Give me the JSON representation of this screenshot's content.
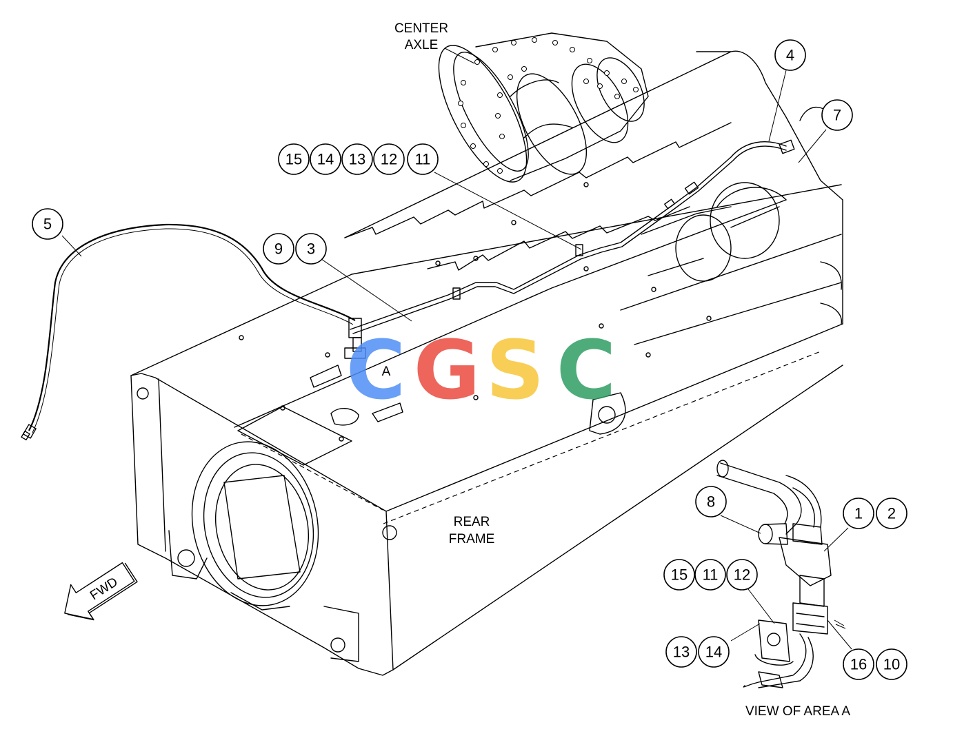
{
  "labels": {
    "center_axle_line1": "CENTER",
    "center_axle_line2": "AXLE",
    "rear_frame_line1": "REAR",
    "rear_frame_line2": "FRAME",
    "fwd": "FWD",
    "area_marker": "A",
    "view_caption": "VIEW OF AREA A"
  },
  "callouts": {
    "c4": "4",
    "c7": "7",
    "c15a": "15",
    "c14a": "14",
    "c13a": "13",
    "c12a": "12",
    "c11a": "11",
    "c5": "5",
    "c9": "9",
    "c3": "3",
    "c8": "8",
    "c1": "1",
    "c2": "2",
    "c15b": "15",
    "c11b": "11",
    "c12b": "12",
    "c13b": "13",
    "c14b": "14",
    "c16": "16",
    "c10": "10"
  },
  "watermark": {
    "letters": [
      "C",
      "G",
      "S",
      "C"
    ],
    "colors": [
      "#4f8ff5",
      "#ea4b3f",
      "#f7c63a",
      "#2e9e62"
    ]
  }
}
